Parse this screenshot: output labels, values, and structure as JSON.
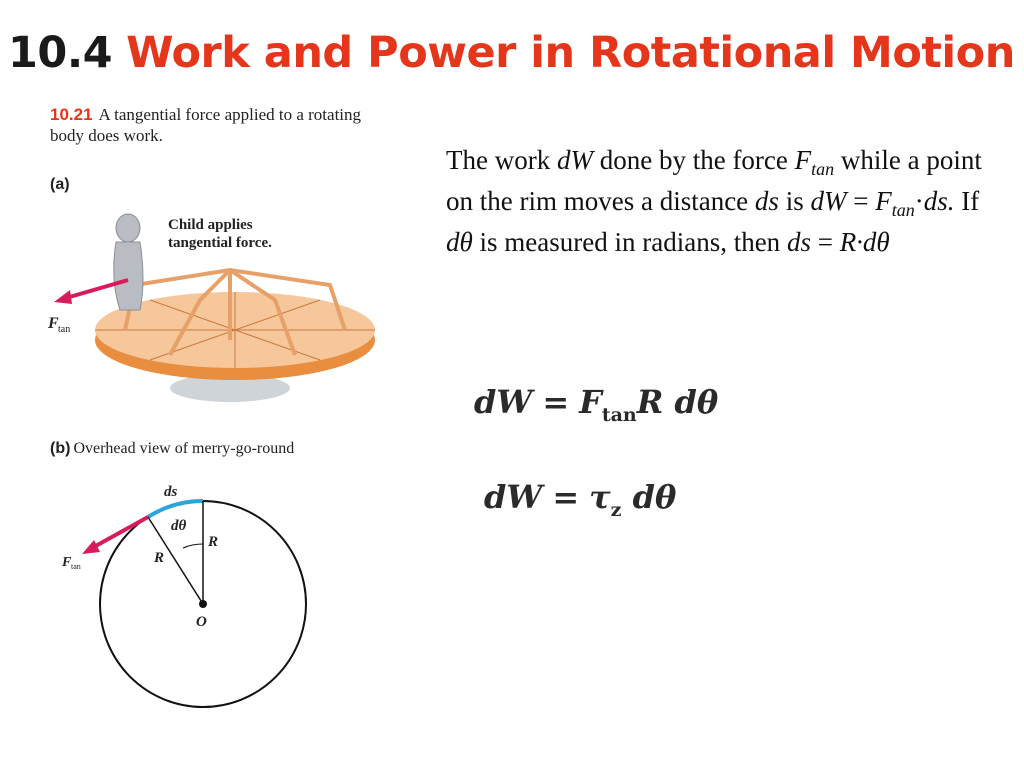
{
  "slide": {
    "section_number": "10.4",
    "title": "Work and Power in Rotational Motion"
  },
  "figure": {
    "number": "10.21",
    "caption": "A tangential force applied to a rotating body does work.",
    "part_a": {
      "label": "(a)",
      "annotation": "Child applies tangential force.",
      "force_label": "F",
      "force_sub": "tan"
    },
    "part_b": {
      "label": "(b)",
      "caption": "Overhead view of merry-go-round",
      "labels": {
        "ds": "ds",
        "dtheta": "dθ",
        "R1": "R",
        "R2": "R",
        "O": "O",
        "force": "F",
        "force_sub": "tan"
      }
    }
  },
  "text": {
    "t1": "The work ",
    "dW": "dW",
    "t2": " done by the force ",
    "F": "F",
    "tan": "tan",
    "t3": " while a point on the rim moves a distance ",
    "ds": "ds",
    "t4": " is ",
    "dW2": "dW",
    "t5": " = ",
    "F2": "F",
    "tan2": "tan",
    "t6": "·",
    "ds2": "ds.",
    "t7": " If ",
    "dtheta": "dθ",
    "t8": " is measured in radians, then ",
    "ds3": "ds",
    "t9": " = ",
    "Rdtheta": "R·dθ"
  },
  "equations": {
    "eq1": {
      "lhs": "dW",
      "op": "=",
      "F": "F",
      "sub": "tan",
      "rhs": "R dθ"
    },
    "eq2": {
      "lhs": "dW",
      "op": "=",
      "tau": "τ",
      "sub": "z",
      "rhs": "dθ"
    }
  },
  "colors": {
    "title": "#e5361b",
    "force_arrow": "#d81b5a",
    "arc": "#2aa6d8",
    "platform": "#f3a65a"
  }
}
